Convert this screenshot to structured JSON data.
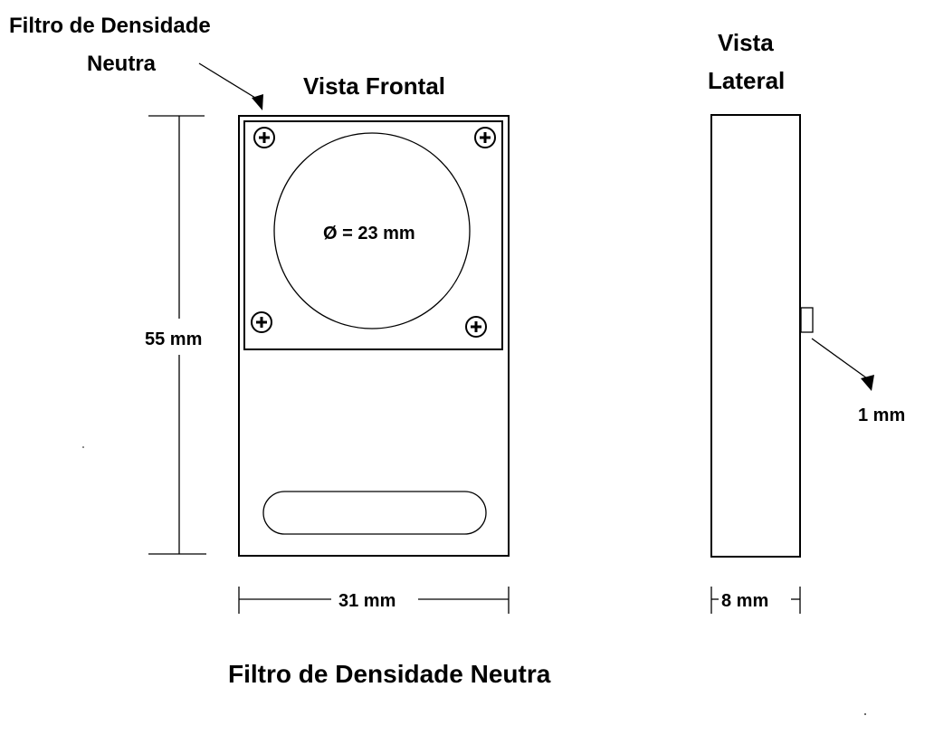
{
  "labels": {
    "filter_callout_line1": "Filtro de Densidade",
    "filter_callout_line2": "Neutra",
    "front_view": "Vista Frontal",
    "side_view_line1": "Vista",
    "side_view_line2": "Lateral",
    "height_dim": "55 mm",
    "width_dim": "31 mm",
    "diameter_dim": "Ø = 23 mm",
    "depth_dim": "8 mm",
    "protrusion_dim": "1 mm",
    "caption": "Filtro de Densidade Neutra"
  },
  "colors": {
    "stroke": "#000000",
    "background": "#ffffff"
  },
  "icons": {
    "screw": "phillips-screw-icon",
    "pointer": "arrowhead-icon"
  }
}
